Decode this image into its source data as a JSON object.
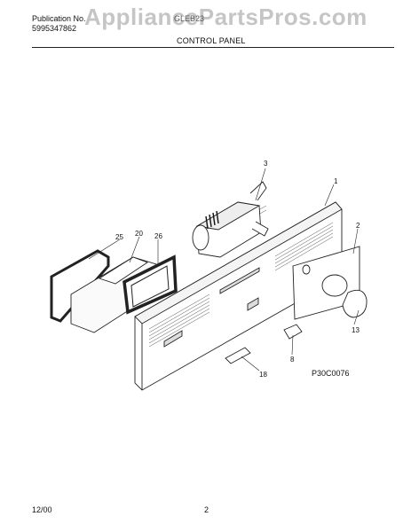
{
  "header": {
    "publication_label": "Publication No.",
    "publication_number": "5995347862",
    "model_number": "GLEB23",
    "section_title": "CONTROL PANEL",
    "watermark": "AppliancePartsPros.com"
  },
  "diagram": {
    "callouts": [
      "3",
      "1",
      "2",
      "25",
      "20",
      "26",
      "13",
      "8",
      "18"
    ],
    "figure_code": "P30C0076"
  },
  "footer": {
    "date": "12/00",
    "page": "2"
  }
}
